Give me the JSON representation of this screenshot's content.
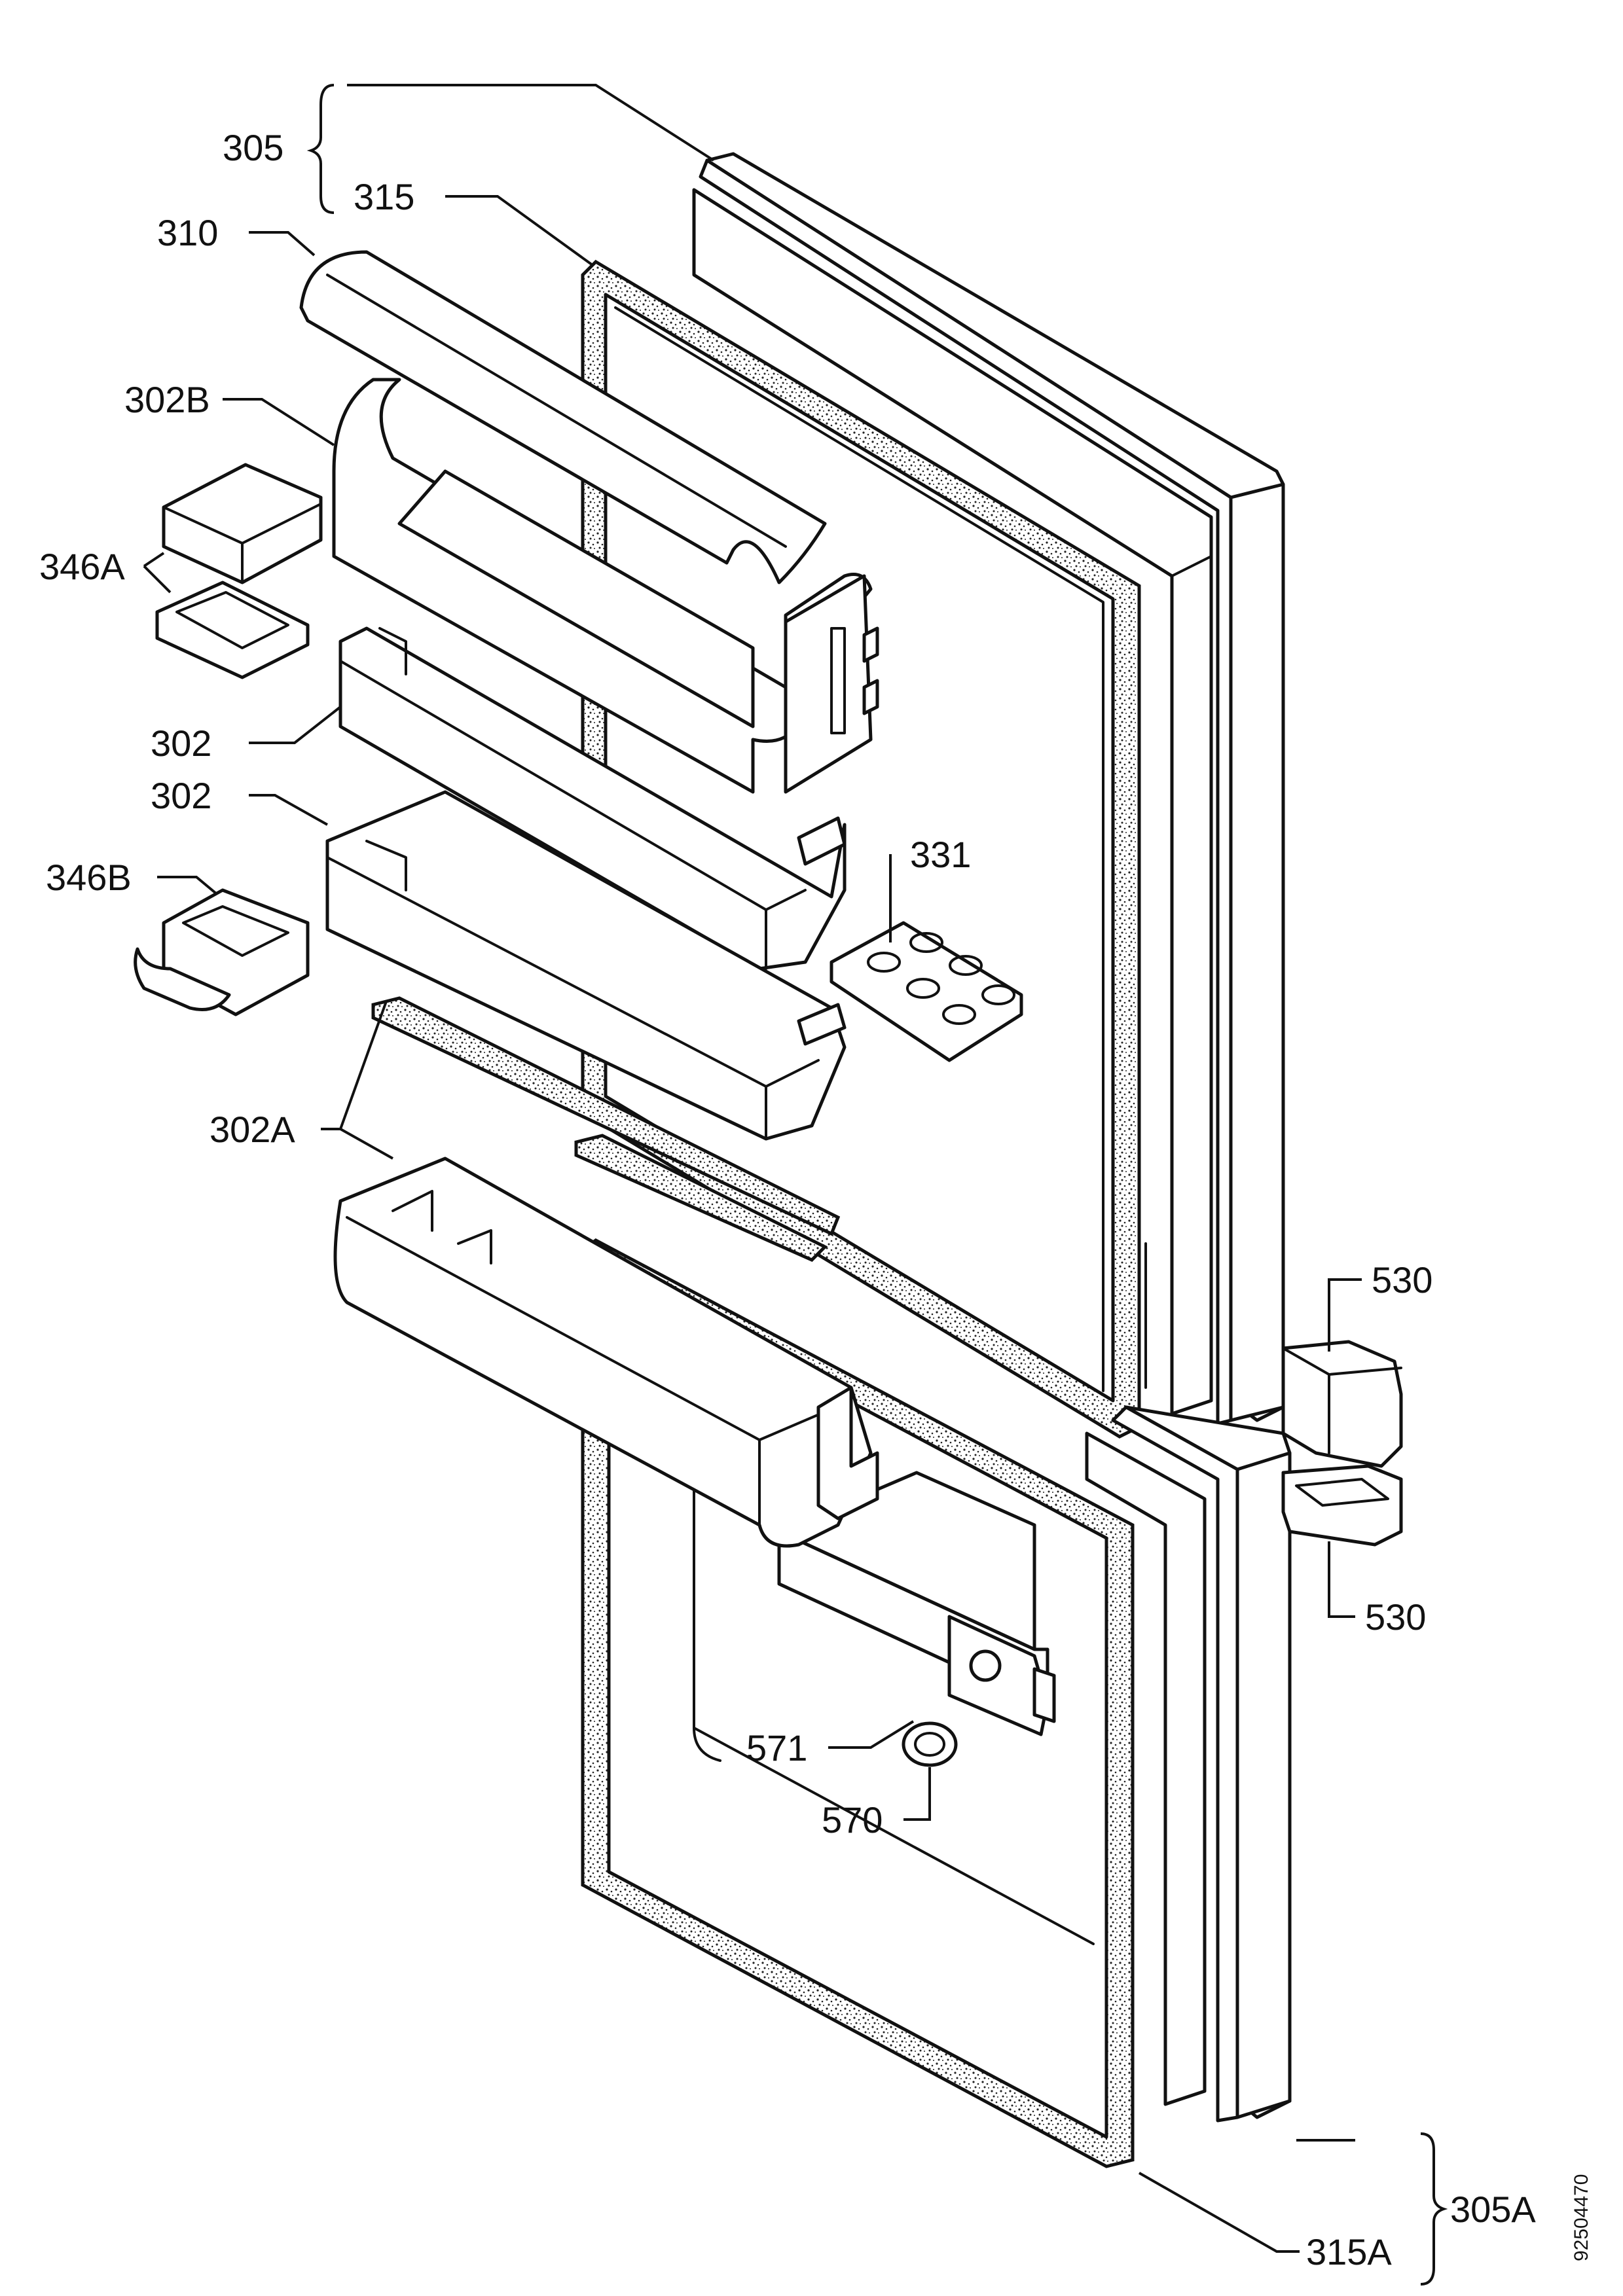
{
  "diagram": {
    "labels": {
      "l305": "305",
      "l315": "315",
      "l310": "310",
      "l302B": "302B",
      "l346A": "346A",
      "l302_upper": "302",
      "l302_lower": "302",
      "l346B": "346B",
      "l331": "331",
      "l302A": "302A",
      "l530_upper": "530",
      "l530_lower": "530",
      "l571": "571",
      "l570": "570",
      "l305A": "305A",
      "l315A": "315A"
    },
    "drawing_number": "92504470"
  }
}
